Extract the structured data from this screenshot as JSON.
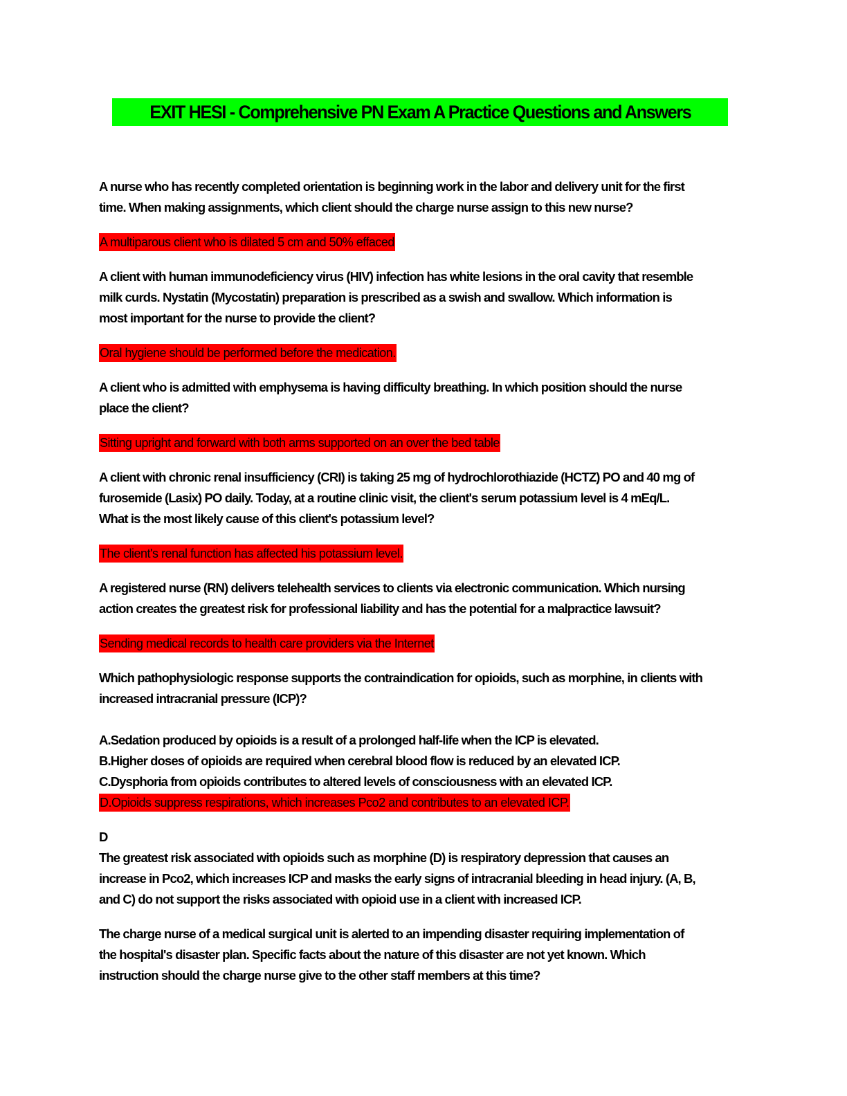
{
  "document": {
    "title": "EXIT HESI - Comprehensive PN Exam A Practice Questions and Answers",
    "colors": {
      "title_highlight": "#00ff00",
      "answer_highlight": "#ff0000",
      "text": "#000000",
      "background": "#ffffff"
    },
    "questions": [
      {
        "lines": [
          "A nurse who has recently completed orientation is beginning work in the labor and delivery unit for the first",
          "time. When making assignments, which client should the charge nurse assign to this new nurse?"
        ],
        "answer": "A multiparous client who is dilated 5 cm and 50% effaced"
      },
      {
        "lines": [
          "A client with human immunodeficiency virus (HIV) infection has white lesions in the oral cavity that resemble",
          "milk curds. Nystatin (Mycostatin) preparation is prescribed as a swish and swallow. Which information is",
          "most important for the nurse to provide the client?"
        ],
        "answer": "Oral hygiene should be performed before the medication."
      },
      {
        "lines": [
          "A client who is admitted with emphysema is having difficulty breathing. In which position should the nurse",
          "place the client?"
        ],
        "answer": "Sitting upright and forward with both arms supported on an over the bed table"
      },
      {
        "lines": [
          "A client with chronic renal insufficiency (CRI) is taking 25 mg of hydrochlorothiazide (HCTZ) PO and 40 mg of",
          "furosemide (Lasix) PO daily. Today, at a routine clinic visit, the client's serum potassium level is 4 mEq/L.",
          "What is the most likely cause of this client's potassium level?"
        ],
        "answer": "The client's renal function has affected his potassium level."
      },
      {
        "lines": [
          "A registered nurse (RN) delivers telehealth services to clients via electronic communication. Which nursing",
          "action creates the greatest risk for professional liability and has the potential for a malpractice lawsuit?"
        ],
        "answer": "Sending medical records to health care providers via the Internet"
      },
      {
        "lines": [
          "Which pathophysiologic response supports the contraindication for opioids, such as morphine, in clients with",
          "increased intracranial pressure (ICP)?"
        ],
        "options": [
          "A.Sedation produced by opioids is a result of a prolonged half-life when the ICP is elevated.",
          "B.Higher doses of opioids are required when cerebral blood flow is reduced by an elevated ICP.",
          "C.Dysphoria from opioids contributes to altered levels of consciousness with an elevated ICP."
        ],
        "answer": "D.Opioids suppress respirations, which increases Pco2 and contributes to an elevated ICP.",
        "answer_letter": "D",
        "rationale": [
          "The greatest risk associated with opioids such as morphine (D) is respiratory depression that causes an",
          "increase in Pco2, which increases ICP and masks the early signs of intracranial bleeding in head injury. (A, B,",
          "and C) do not support the risks associated with opioid use in a client with increased ICP."
        ]
      },
      {
        "lines": [
          "The charge nurse of a medical surgical unit is alerted to an impending disaster requiring implementation of",
          "the hospital's disaster plan. Specific facts about the nature of this disaster are not yet known. Which",
          "instruction should the charge nurse give to the other staff members at this time?"
        ]
      }
    ]
  }
}
